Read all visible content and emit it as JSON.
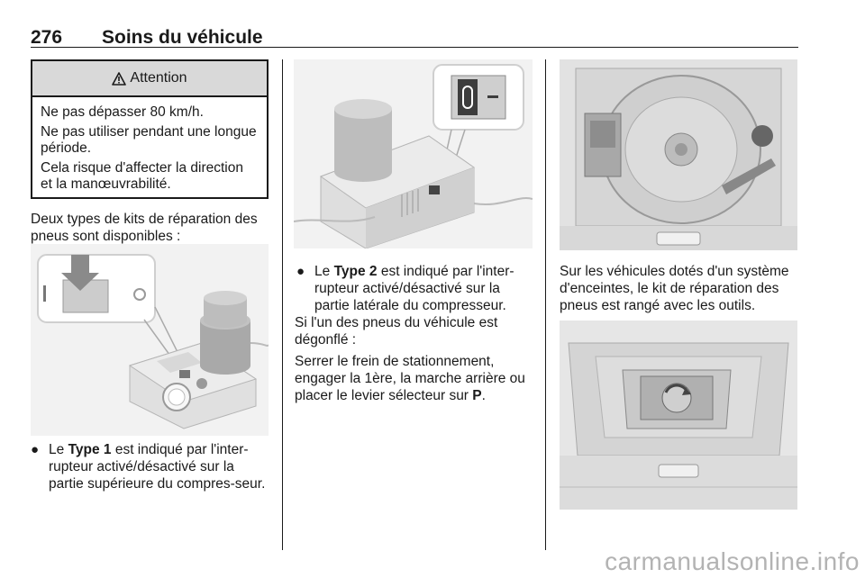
{
  "header": {
    "page_number": "276",
    "title": "Soins du véhicule"
  },
  "warning": {
    "icon": "warning-triangle-icon",
    "title": "Attention",
    "lines": [
      "Ne pas dépasser 80 km/h.",
      "Ne pas utiliser pendant une longue période.",
      "Cela risque d'affecter la direction et la manœuvrabilité."
    ]
  },
  "col1": {
    "intro": "Deux types de kits de réparation des pneus sont disponibles :",
    "bullet_prefix": "Le",
    "bullet_bold": "Type 1",
    "bullet_rest": "est indiqué par l'inter-rupteur activé/désactivé sur la partie supérieure du compres-seur."
  },
  "col2": {
    "bullet_prefix": "Le",
    "bullet_bold": "Type 2",
    "bullet_rest": "est indiqué par l'inter-rupteur activé/désactivé sur la partie latérale du compresseur.",
    "para1": "Si l'un des pneus du véhicule est dégonflé :",
    "para2_text": "Serrer le frein de stationnement, engager la 1ère, la marche arrière ou placer le levier sélecteur sur",
    "para2_bold": "P",
    "para2_end": "."
  },
  "col3": {
    "caption": "Sur les véhicules dotés d'un système d'enceintes, le kit de réparation des pneus est rangé avec les outils."
  },
  "footer": {
    "watermark": "carmanualsonline.info"
  }
}
